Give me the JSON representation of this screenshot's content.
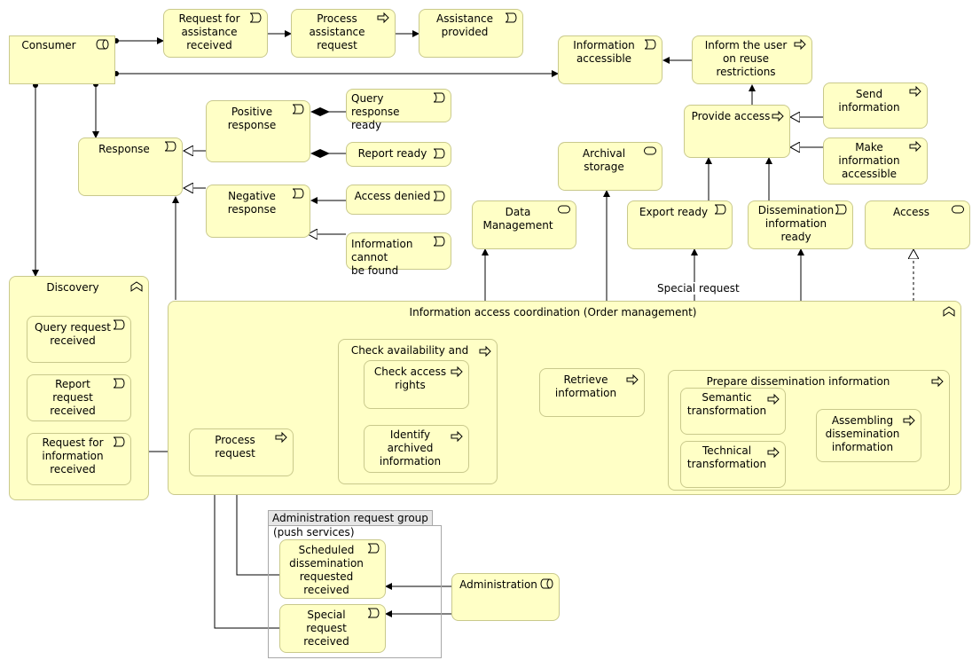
{
  "diagram": {
    "elements": {
      "consumer": "Consumer",
      "request_assistance": "Request for\nassistance\nreceived",
      "process_assistance": "Process\nassistance\nrequest",
      "assistance_provided": "Assistance\nprovided",
      "information_accessible": "Information\naccessible",
      "inform_user": "Inform the user\non reuse\nrestrictions",
      "response": "Response",
      "positive_response": "Positive\nresponse",
      "negative_response": "Negative\nresponse",
      "query_response_ready": "Query response\nready",
      "report_ready": "Report ready",
      "access_denied": "Access denied",
      "info_not_found": "Information cannot\nbe found",
      "archival_storage": "Archival\nstorage",
      "data_management": "Data\nManagement",
      "export_ready": "Export ready",
      "dissemination_ready": "Dissemination\ninformation\nready",
      "access": "Access",
      "provide_access": "Provide access",
      "send_information": "Send\ninformation",
      "make_accessible": "Make\ninformation\naccessible",
      "discovery": "Discovery",
      "query_request": "Query request\nreceived",
      "report_request": "Report\nrequest\nreceived",
      "request_information": "Request for\ninformation\nreceived",
      "info_access_coord": "Information access coordination (Order management)",
      "process_request": "Process\nrequest",
      "check_availability": "Check availability and",
      "check_access_rights": "Check access\nrights",
      "identify_archived": "Identify\narchived\ninformation",
      "retrieve_information": "Retrieve\ninformation",
      "prepare_dissemination": "Prepare dissemination information",
      "semantic_transformation": "Semantic\ntransformation",
      "technical_transformation": "Technical\ntransformation",
      "assembling_dissemination": "Assembling\ndissemination\ninformation",
      "admin_group_title": "Administration request group",
      "admin_group_subtitle": "(push services)",
      "scheduled_dissemination": "Scheduled\ndissemination\nrequested\nreceived",
      "special_request_received": "Special\nrequest\nreceived",
      "administration": "Administration"
    },
    "edge_labels": {
      "special_request": "Special request"
    },
    "colors": {
      "element_fill": "#ffffc6",
      "element_border": "#c9c98c",
      "line": "#000000",
      "group_tab": "#e6e6e6"
    }
  }
}
